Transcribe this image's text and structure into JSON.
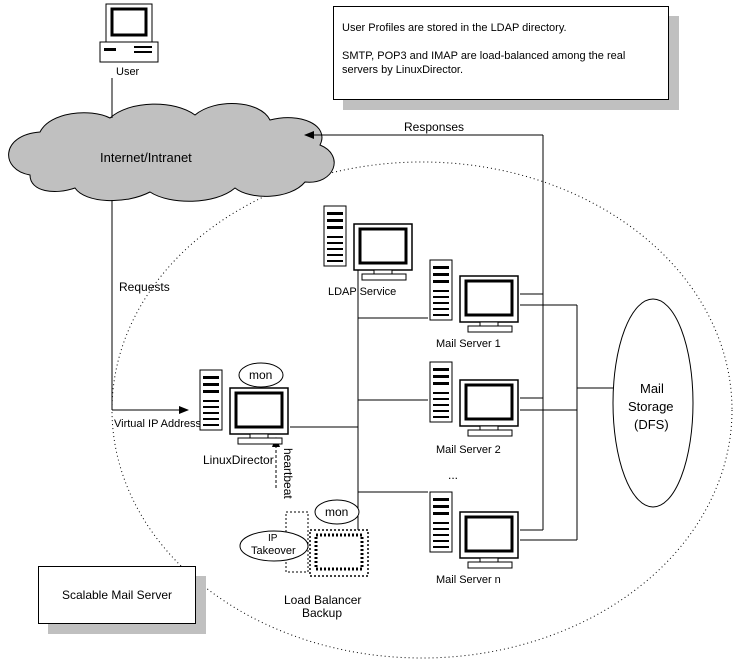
{
  "notes": {
    "line1": "User Profiles are stored in the LDAP directory.",
    "line2": "SMTP, POP3 and IMAP are load-balanced among the real servers by LinuxDirector."
  },
  "labels": {
    "user": "User",
    "internet": "Internet/Intranet",
    "responses": "Responses",
    "requests": "Requests",
    "ldap": "LDAP Service",
    "mail1": "Mail Server 1",
    "mail2": "Mail Server 2",
    "mailn": "Mail Server n",
    "dots": "...",
    "virtual_ip": "Virtual IP Address",
    "linuxdirector": "LinuxDirector",
    "heartbeat": "heartbeat",
    "mon1": "mon",
    "mon2": "mon",
    "ip_takeover_1": "IP",
    "ip_takeover_2": "Takeover",
    "lb_backup_1": "Load Balancer",
    "lb_backup_2": "Backup",
    "storage_1": "Mail",
    "storage_2": "Storage",
    "storage_3": "(DFS)",
    "title": "Scalable Mail Server"
  }
}
